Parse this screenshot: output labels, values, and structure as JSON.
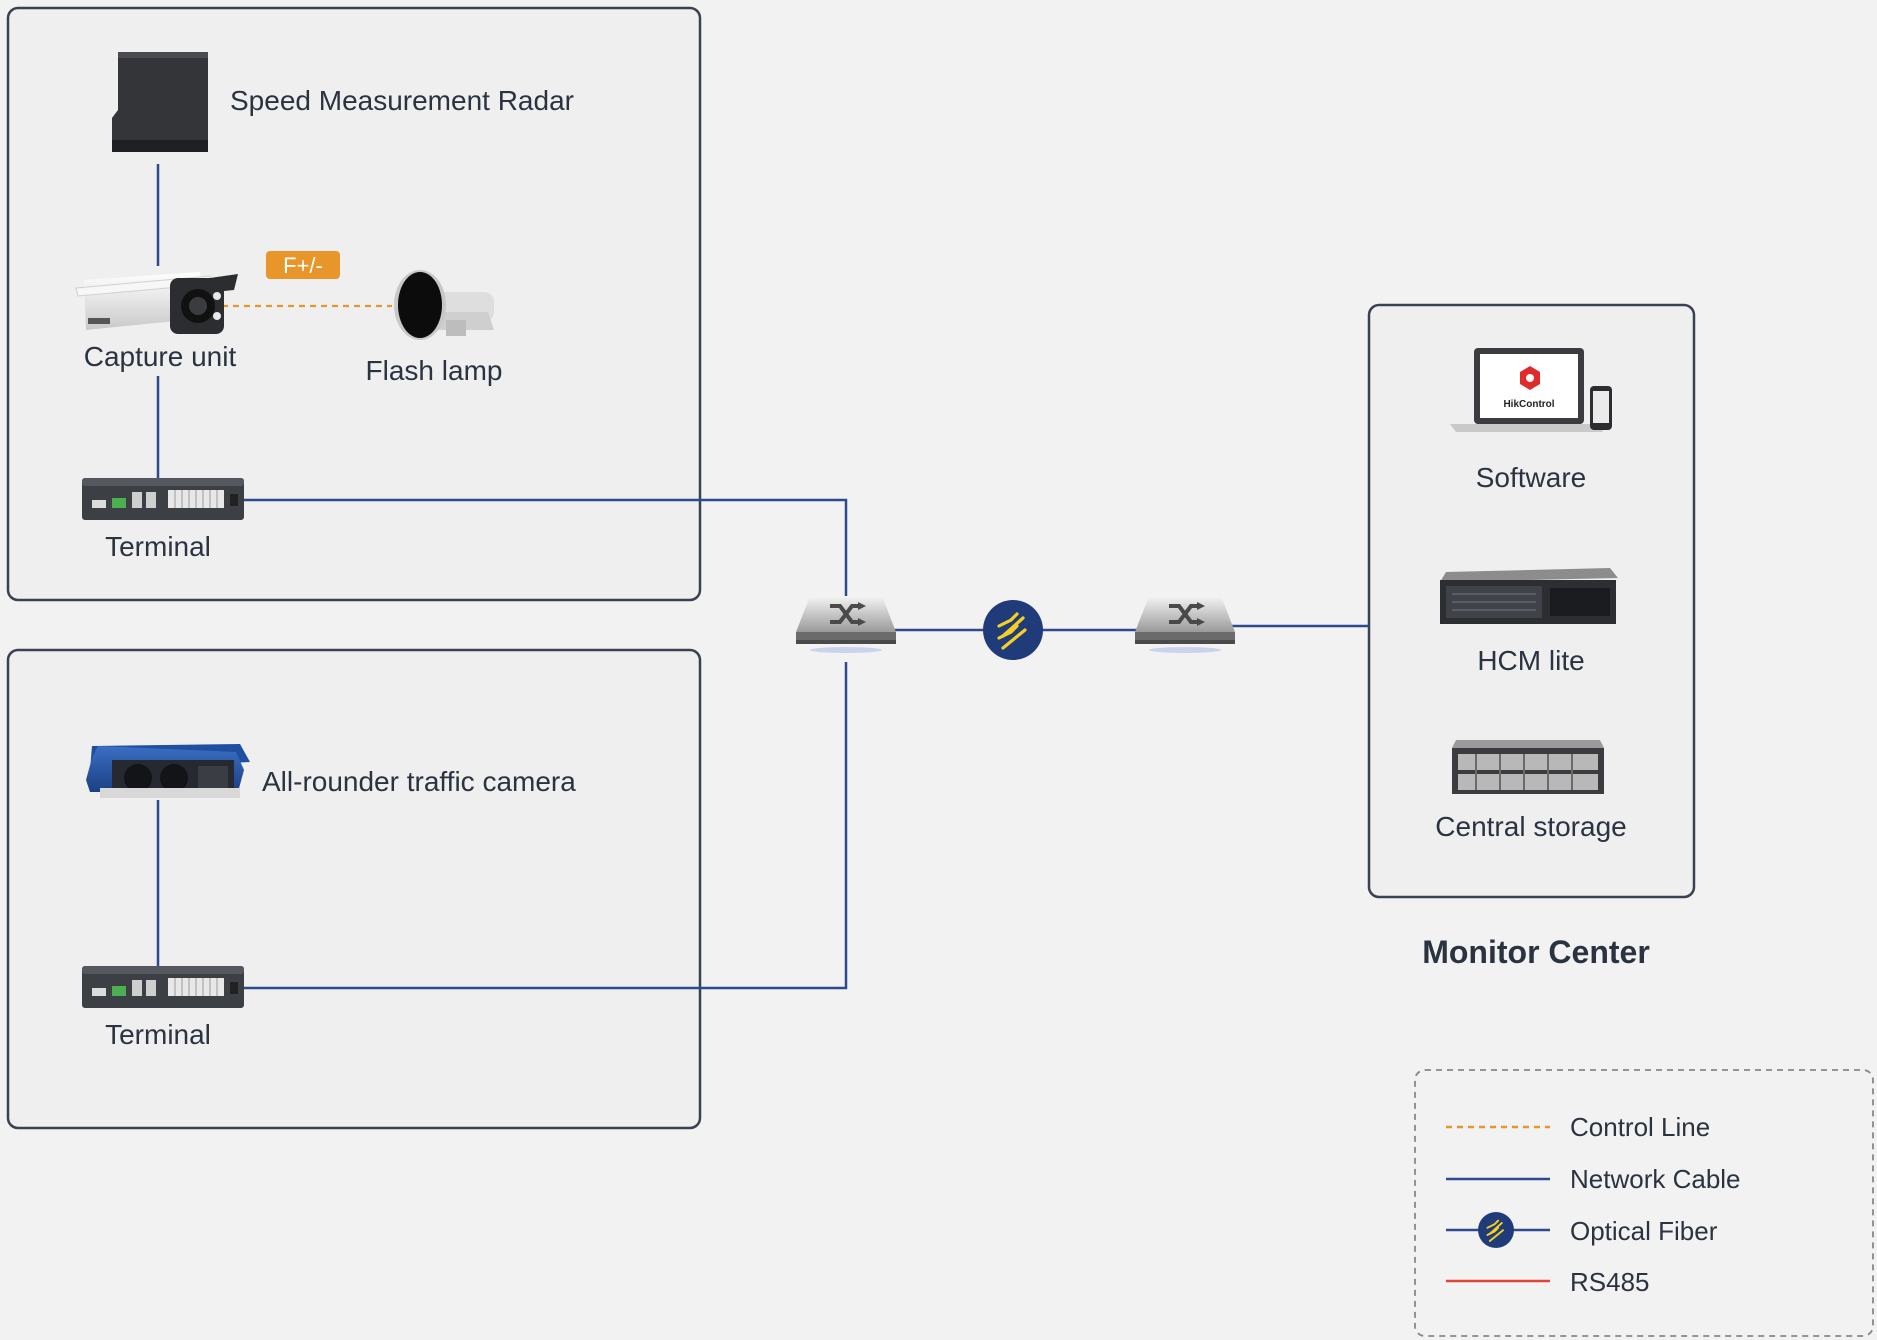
{
  "devices": {
    "radar": "Speed Measurement Radar",
    "capture_unit": "Capture unit",
    "flash_lamp": "Flash lamp",
    "terminal_top": "Terminal",
    "traffic_camera": "All-rounder traffic camera",
    "terminal_bottom": "Terminal",
    "software": "Software",
    "hcm": "HCM lite",
    "storage": "Central storage"
  },
  "badge": "F+/-",
  "software_brand": "HikControl",
  "monitor_center": "Monitor Center",
  "legend": [
    {
      "label": "Control Line",
      "style": "dashed",
      "color": "#e8962a"
    },
    {
      "label": "Network Cable",
      "style": "solid",
      "color": "#2f4a8c"
    },
    {
      "label": "Optical Fiber",
      "style": "fiber",
      "color": "#1f3b7a"
    },
    {
      "label": "RS485",
      "style": "solid",
      "color": "#e0453a"
    }
  ],
  "colors": {
    "network": "#2f4a8c",
    "control": "#e8962a",
    "fiber": "#1f3b7a",
    "rs485": "#e0453a",
    "box_border": "#3a4150",
    "badge": "#e8962a",
    "brand_red": "#e02b2b"
  },
  "icons": [
    "radar-icon",
    "capture-camera-icon",
    "flash-lamp-icon",
    "terminal-icon",
    "traffic-camera-icon",
    "switch-icon",
    "optical-fiber-icon",
    "laptop-icon",
    "server-icon",
    "storage-icon"
  ]
}
